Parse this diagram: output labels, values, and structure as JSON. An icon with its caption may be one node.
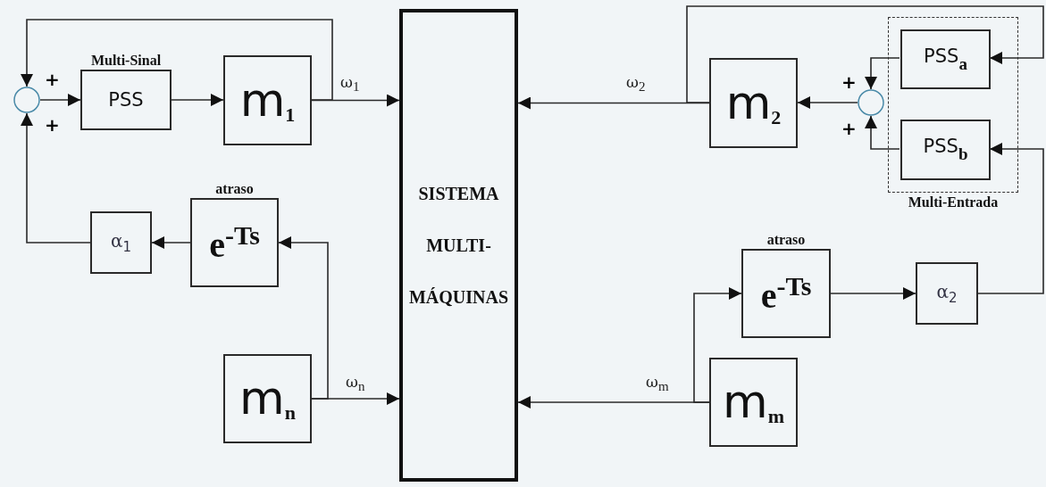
{
  "diagram": {
    "nodes": [
      {
        "text": [],
        "shape": "circle"
      },
      {
        "text": [
          "PSS"
        ],
        "beside": [
          "Multi-Sinal"
        ]
      },
      {
        "text": [
          "m$_{1}$"
        ]
      },
      {
        "text": [
          "α$_{1}$"
        ]
      },
      {
        "text": [
          "e$^{-Ts}$"
        ],
        "beside": [
          "atraso"
        ]
      },
      {
        "text": [
          "m$_{n}$"
        ]
      },
      {
        "text": [
          "SISTEMA MULTI-MÁQUINAS"
        ]
      },
      {
        "text": [
          "m$_{2}$"
        ]
      },
      {
        "text": [],
        "shape": "circle"
      },
      {
        "text": [
          "Multi-Entrada"
        ]
      },
      {
        "text": [
          "PSS$_{a}$"
        ],
        "in": 9
      },
      {
        "text": [
          "PSS$_{b}$"
        ],
        "in": 9
      },
      {
        "text": [
          "e$^{-Ts}$"
        ],
        "beside": [
          "atraso"
        ]
      },
      {
        "text": [
          "α$_{2}$"
        ]
      },
      {
        "text": [
          "m$_{m}$"
        ]
      }
    ],
    "edges": [
      {
        "from": 0,
        "to": 1,
        "arrow": "to"
      },
      {
        "from": 1,
        "to": 2,
        "arrow": "to"
      },
      {
        "from": 2,
        "to": 6,
        "arrow": "to",
        "label": "ω$_{1}$"
      },
      {
        "from": 2,
        "to": 0,
        "arrow": "to"
      },
      {
        "from": 3,
        "to": 0,
        "arrow": "to"
      },
      {
        "from": 4,
        "to": 3,
        "arrow": "to"
      },
      {
        "from": 5,
        "to": 4,
        "arrow": "to"
      },
      {
        "from": 5,
        "to": 6,
        "arrow": "to",
        "label": "ω$_{n}$"
      },
      {
        "from": 7,
        "to": 6,
        "arrow": "to",
        "label": "ω$_{2}$"
      },
      {
        "from": 7,
        "to": 10,
        "arrow": "to"
      },
      {
        "from": 8,
        "to": 7,
        "arrow": "to"
      },
      {
        "from": 10,
        "to": 8,
        "arrow": "to"
      },
      {
        "from": 11,
        "to": 8,
        "arrow": "to"
      },
      {
        "from": 14,
        "to": 6,
        "arrow": "to",
        "label": "ω$_{m}$"
      },
      {
        "from": 14,
        "to": 12,
        "arrow": "to"
      },
      {
        "from": 12,
        "to": 13,
        "arrow": "to"
      },
      {
        "from": 13,
        "to": 11,
        "arrow": "to"
      }
    ],
    "labels": [
      "+",
      "+",
      "+",
      "+"
    ]
  }
}
